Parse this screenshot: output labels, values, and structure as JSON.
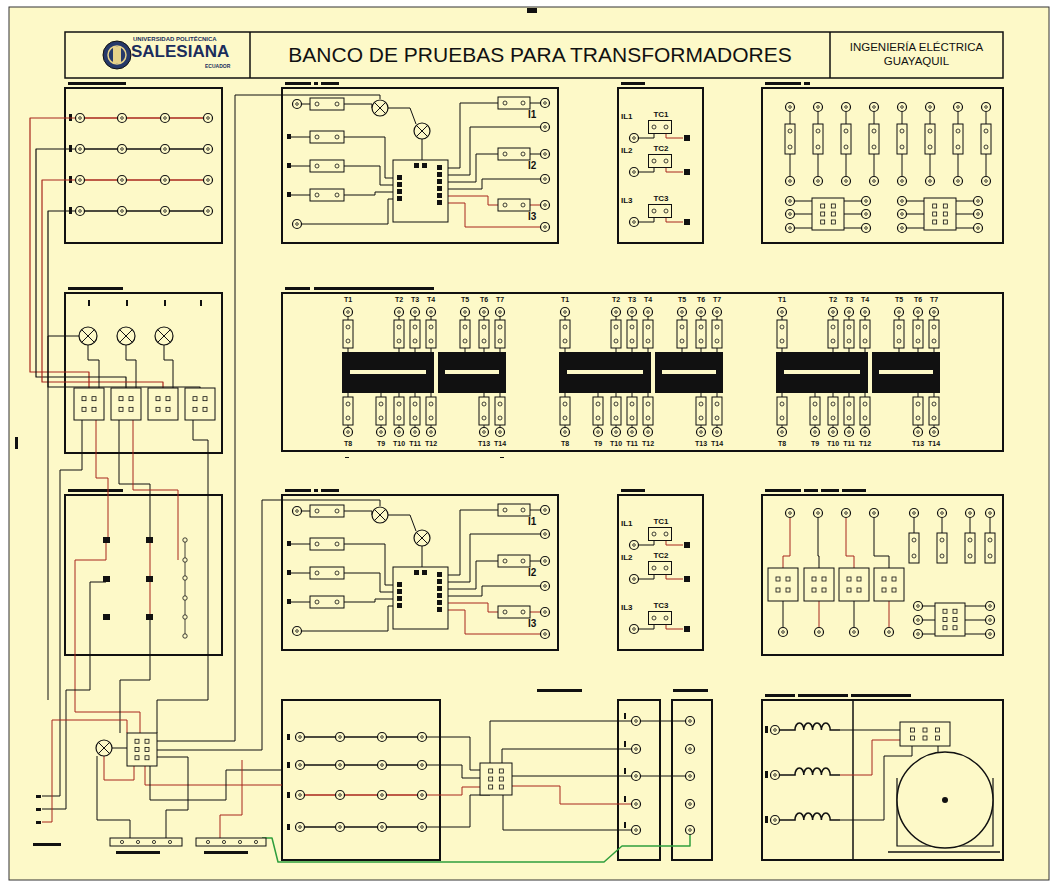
{
  "diagram": {
    "title": "BANCO DE PRUEBAS PARA TRANSFORMADORES",
    "nodes": [
      {
        "text": [
          "UNIVERSIDAD POLITÉCNICA",
          "SALESIANA",
          "ECUADOR"
        ]
      },
      {
        "text": [
          "INGENIERÍA ELÉCTRICA GUAYAQUIL"
        ]
      },
      {
        "text": [
          "TC1"
        ]
      },
      {
        "text": [
          "TC2"
        ]
      },
      {
        "text": [
          "TC3"
        ]
      },
      {
        "text": [
          "TC1"
        ]
      },
      {
        "text": [
          "TC2"
        ]
      },
      {
        "text": [
          "TC3"
        ]
      }
    ],
    "labels": [
      "I1",
      "I2",
      "I3",
      "IL1",
      "IL2",
      "IL3",
      "T1",
      "T2",
      "T3",
      "T4",
      "T5",
      "T6",
      "T7",
      "T8",
      "T9",
      "T10",
      "T11",
      "T12",
      "T13",
      "T14",
      "T1",
      "T2",
      "T3",
      "T4",
      "T5",
      "T6",
      "T7",
      "T8",
      "T9",
      "T10",
      "T11",
      "T12",
      "T13",
      "T14",
      "T1",
      "T2",
      "T3",
      "T4",
      "T5",
      "T6",
      "T7",
      "T8",
      "T9",
      "T10",
      "T11",
      "T12",
      "T13",
      "T14",
      "I1",
      "I2",
      "I3",
      "IL1",
      "IL2",
      "IL3"
    ]
  }
}
